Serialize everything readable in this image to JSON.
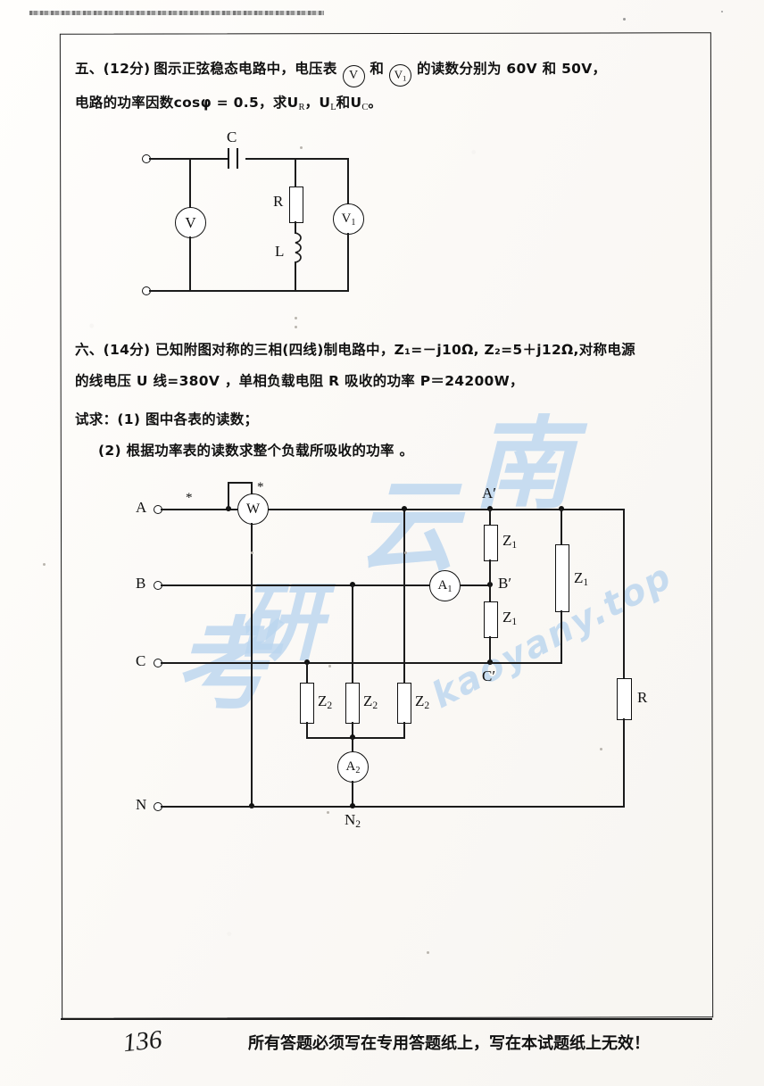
{
  "page": {
    "page_number": "136",
    "footer_note": "所有答题必须写在专用答题纸上，写在本试题纸上无效！",
    "top_artifact": ""
  },
  "watermark": {
    "cjk": "考研 云 南",
    "latin": "kaoyany.top",
    "color": "#bcd6ef"
  },
  "problems": [
    {
      "id": "problem-5",
      "heading": "五、(12分)",
      "line1_a": "图示正弦稳态电路中，电压表",
      "meter_a": "V",
      "line1_b": "和",
      "meter_b": "V₁",
      "line1_c": "的读数分别为 60V 和 50V，",
      "line2": "电路的功率因数cosφ = 0.5，求U",
      "line2_sub1": "R",
      "line2_mid": "，U",
      "line2_sub2": "L",
      "line2_mid2": "和U",
      "line2_sub3": "C",
      "line2_end": "。",
      "values": {
        "points": "12分",
        "voltmeter_V_reading": "60V",
        "voltmeter_V1_reading": "50V",
        "power_factor": "cosφ = 0.5",
        "unknowns": [
          "U_R",
          "U_L",
          "U_C"
        ]
      },
      "circuit": {
        "name": "sinusoidal-steady-state-circuit",
        "components": [
          {
            "type": "capacitor",
            "label": "C"
          },
          {
            "type": "resistor",
            "label": "R"
          },
          {
            "type": "inductor",
            "label": "L"
          },
          {
            "type": "voltmeter",
            "label": "V"
          },
          {
            "type": "voltmeter",
            "label": "V₁"
          }
        ]
      }
    },
    {
      "id": "problem-6",
      "heading": "六、(14分)",
      "line1": "已知附图对称的三相(四线)制电路中，Z₁=－j10Ω, Z₂=5＋j12Ω,对称电源",
      "line2": "的线电压 U 线=380V ，单相负载电阻 R 吸收的功率 P＝24200W，",
      "line3": "试求：(1) 图中各表的读数；",
      "line4": "(2) 根据功率表的读数求整个负载所吸收的功率 。",
      "values": {
        "points": "14分",
        "Z1": "－j10Ω",
        "Z2": "5＋j12Ω",
        "line_voltage": "380V",
        "power_R": "24200W"
      },
      "circuit": {
        "name": "three-phase-four-wire-circuit",
        "source_terminals": [
          "A",
          "B",
          "C",
          "N"
        ],
        "load_nodes": [
          "A′",
          "B′",
          "C′",
          "N₂"
        ],
        "meters": [
          {
            "type": "wattmeter",
            "label": "W",
            "polarity_marks": [
              "*",
              "*"
            ]
          },
          {
            "type": "ammeter",
            "label": "A₁"
          },
          {
            "type": "ammeter",
            "label": "A₂"
          }
        ],
        "impedances": [
          {
            "label": "Z₁",
            "position": "A′-B′"
          },
          {
            "label": "Z₁",
            "position": "B′-C′"
          },
          {
            "label": "Z₁",
            "position": "A′-C′"
          },
          {
            "label": "Z₂",
            "position": "C-N₂"
          },
          {
            "label": "Z₂",
            "position": "B-N₂"
          },
          {
            "label": "Z₂",
            "position": "A-N₂"
          },
          {
            "label": "R",
            "position": "A-N"
          }
        ]
      }
    }
  ]
}
